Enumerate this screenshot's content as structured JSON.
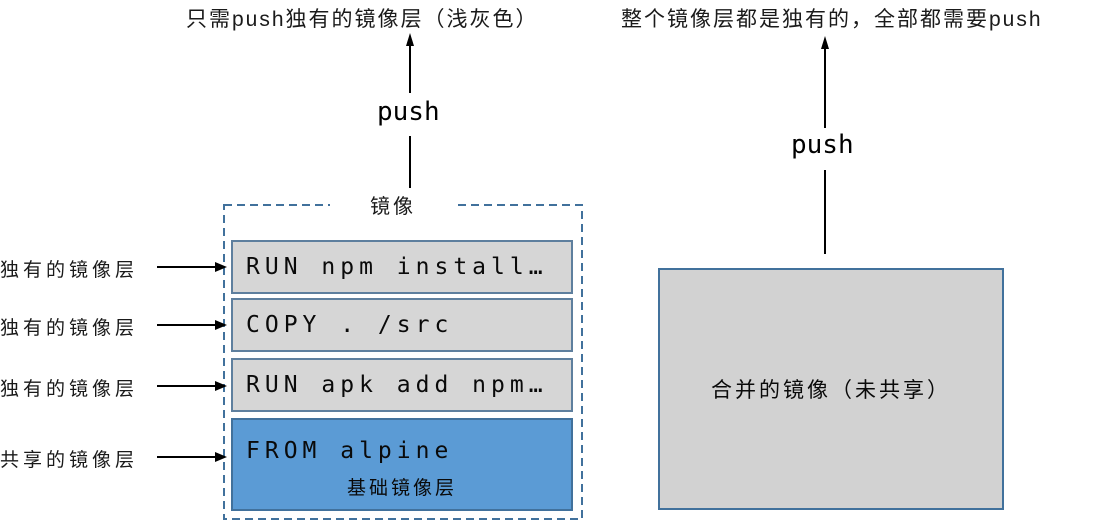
{
  "captions": {
    "left": "只需push独有的镜像层（浅灰色）",
    "right": "整个镜像层都是独有的，全部都需要push"
  },
  "left_diagram": {
    "push_label": "push",
    "box_title": "镜像",
    "layers": [
      {
        "text": "RUN npm install…",
        "type": "unique"
      },
      {
        "text": "COPY . /src",
        "type": "unique"
      },
      {
        "text": "RUN apk add npm…",
        "type": "unique"
      },
      {
        "text": "FROM alpine",
        "subtext": "基础镜像层",
        "type": "shared"
      }
    ],
    "side_labels": [
      {
        "label": "独有的镜像层"
      },
      {
        "label": "独有的镜像层"
      },
      {
        "label": "独有的镜像层"
      },
      {
        "label": "共享的镜像层"
      }
    ]
  },
  "right_diagram": {
    "push_label": "push",
    "box_label": "合并的镜像（未共享）"
  },
  "colors": {
    "shared_layer_fill": "#5b9bd5",
    "unique_layer_fill": "#d6d6d6",
    "layer_border": "#5e7f9e",
    "box_border": "#41719c",
    "merged_box_fill": "#d2d2d2",
    "arrow_color": "#000000"
  }
}
